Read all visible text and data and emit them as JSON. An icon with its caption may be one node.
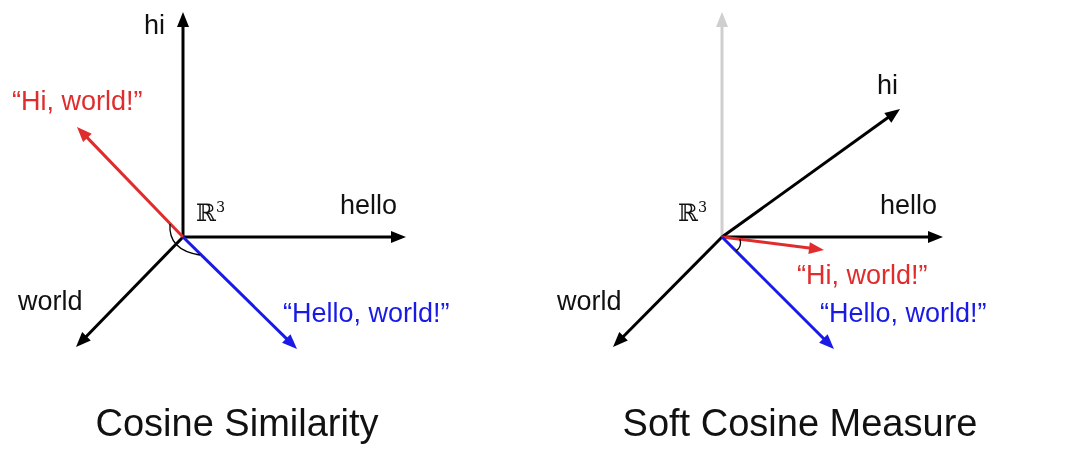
{
  "diagram": {
    "labels": [
      "hi",
      "“Hi, world!”",
      "ℝ$^{3}$",
      "hello",
      "world",
      "“Hello, world!”",
      "hi",
      "ℝ$^{3}$",
      "hello",
      "“Hi, world!”",
      "world",
      "“Hello, world!”",
      "Cosine Similarity",
      "Soft Cosine Measure"
    ]
  }
}
